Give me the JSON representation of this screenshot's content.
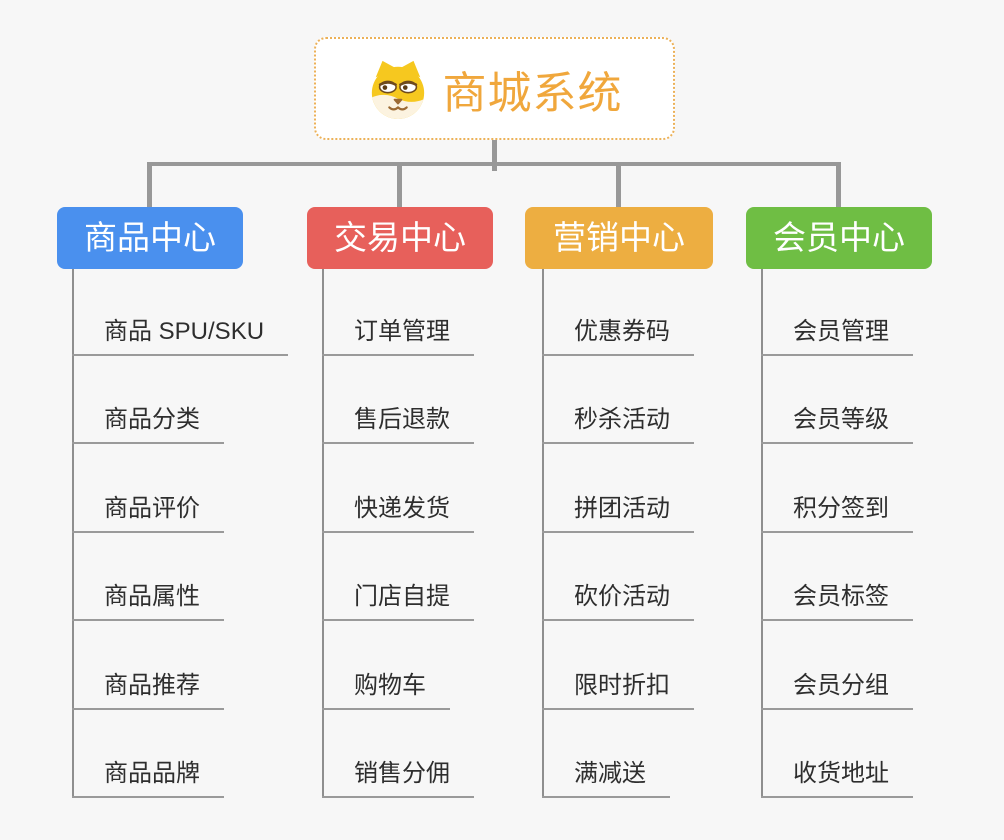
{
  "root": {
    "title": "商城系统",
    "icon": "doge-icon"
  },
  "colors": {
    "background": "#f7f7f7",
    "connector": "#989898",
    "leaf_line": "#9a9a9a",
    "root_border": "#ecb158",
    "root_text": "#f0a73c"
  },
  "branches": [
    {
      "id": "product",
      "label": "商品中心",
      "color": "#4a90ee",
      "children": [
        "商品 SPU/SKU",
        "商品分类",
        "商品评价",
        "商品属性",
        "商品推荐",
        "商品品牌"
      ]
    },
    {
      "id": "trade",
      "label": "交易中心",
      "color": "#e7605b",
      "children": [
        "订单管理",
        "售后退款",
        "快递发货",
        "门店自提",
        "购物车",
        "销售分佣"
      ]
    },
    {
      "id": "marketing",
      "label": "营销中心",
      "color": "#edae41",
      "children": [
        "优惠券码",
        "秒杀活动",
        "拼团活动",
        "砍价活动",
        "限时折扣",
        "满减送"
      ]
    },
    {
      "id": "member",
      "label": "会员中心",
      "color": "#6fbe44",
      "children": [
        "会员管理",
        "会员等级",
        "积分签到",
        "会员标签",
        "会员分组",
        "收货地址"
      ]
    }
  ]
}
